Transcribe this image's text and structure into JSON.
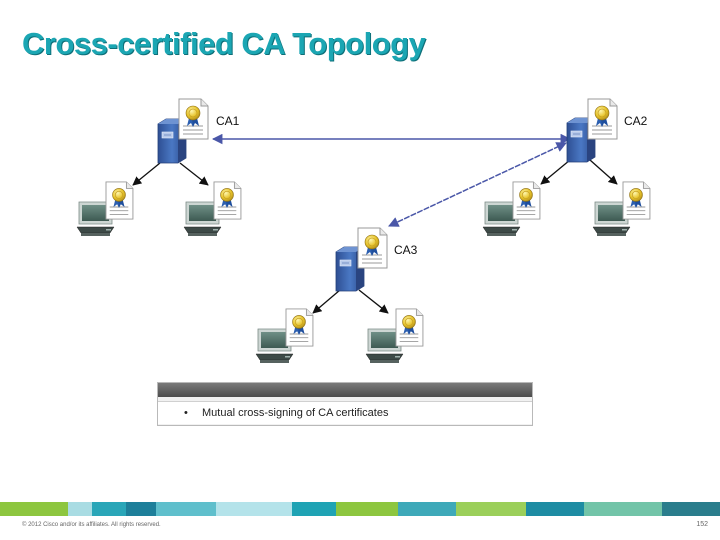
{
  "slide": {
    "title": "Cross-certified CA Topology",
    "ca_labels": {
      "ca1": "CA1",
      "ca2": "CA2",
      "ca3": "CA3"
    },
    "note": {
      "bullet": "•",
      "text": "Mutual cross-signing of CA certificates"
    },
    "footer": {
      "copyright": "© 2012 Cisco and/or its affiliates. All rights reserved.",
      "page_number": "152"
    }
  },
  "colors": {
    "title": "#1ba6b3",
    "server": "#3f67b0",
    "cross_arrow": "#4a57a8",
    "footer_segments": [
      "#8dc63f",
      "#a9dce3",
      "#2aa6b8",
      "#1e7f9a",
      "#5fbfcc",
      "#b4e3ea",
      "#1fa3b4",
      "#8dc63f",
      "#3ea9b9",
      "#9bcf5a",
      "#1e8ca3",
      "#72c4a8",
      "#2a7d8c"
    ]
  }
}
